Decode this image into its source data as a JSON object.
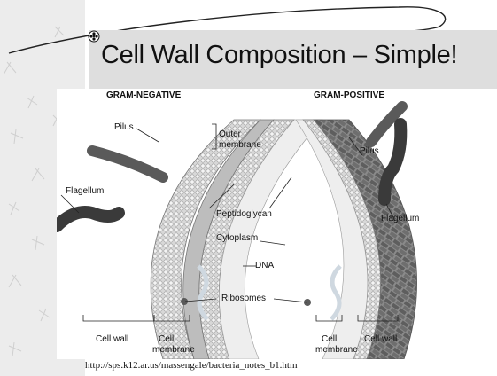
{
  "slide": {
    "title": "Cell Wall Composition – Simple!",
    "caption": "http://sps.k12.ar.us/massengale/bacteria_notes_b1.htm"
  },
  "diagram": {
    "gram_negative": {
      "heading": "GRAM-NEGATIVE",
      "labels": {
        "pilus": "Pilus",
        "outer_membrane_line1": "Outer",
        "outer_membrane_line2": "membrane",
        "flagellum": "Flagellum",
        "cell_wall": "Cell wall",
        "cell_membrane_line1": "Cell",
        "cell_membrane_line2": "membrane"
      }
    },
    "gram_positive": {
      "heading": "GRAM-POSITIVE",
      "labels": {
        "pilus": "Pilus",
        "flagellum": "Flagellum",
        "cell_membrane_line1": "Cell",
        "cell_membrane_line2": "membrane",
        "cell_wall": "Cell wall"
      }
    },
    "shared_labels": {
      "peptidoglycan": "Peptidoglycan",
      "cytoplasm": "Cytoplasm",
      "dna": "DNA",
      "ribosomes": "Ribosomes"
    }
  }
}
